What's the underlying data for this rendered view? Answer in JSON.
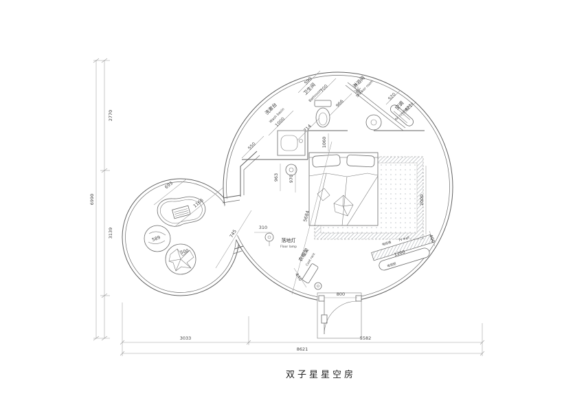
{
  "title": "双子星星空房",
  "colors": {
    "line": "#5f5f5f",
    "dim_text": "#444444"
  },
  "labels": {
    "bathroom_cn": "卫生间",
    "bathroom_en": "Bathroom",
    "shower_cn": "淋浴间",
    "shower_en": "Shower room",
    "washbasin_cn": "洗漱台",
    "washbasin_en": "Wash basin",
    "ac_cn": "空调",
    "ac_en": "Air conditioning",
    "floorlamp_cn": "落地灯",
    "floorlamp_en": "Floor lamp",
    "coatrack_cn": "衣帽架",
    "coatrack_en": "Coat rack",
    "tvwall_cn": "电视墙",
    "tvwall_en": "TV wall",
    "tvcabinet_cn": "电视柜"
  },
  "dims": {
    "total_width": "8621",
    "total_height": "6990",
    "height_upper": "2770",
    "height_lower": "3139",
    "width_left": "3033",
    "width_right": "5582",
    "d550": "550",
    "d1000": "1000",
    "d714": "714",
    "d590": "590",
    "d700": "700",
    "d966": "966",
    "d520": "520",
    "d421": "421",
    "d963": "963",
    "d970": "970",
    "d1060": "1060",
    "d2000": "2000",
    "d5684": "5684",
    "d310": "310",
    "d440": "440",
    "d800": "800",
    "d1200": "1200",
    "d400": "400",
    "d693": "693",
    "d1166": "1166",
    "d745": "745",
    "d589": "589",
    "d500": "500"
  }
}
